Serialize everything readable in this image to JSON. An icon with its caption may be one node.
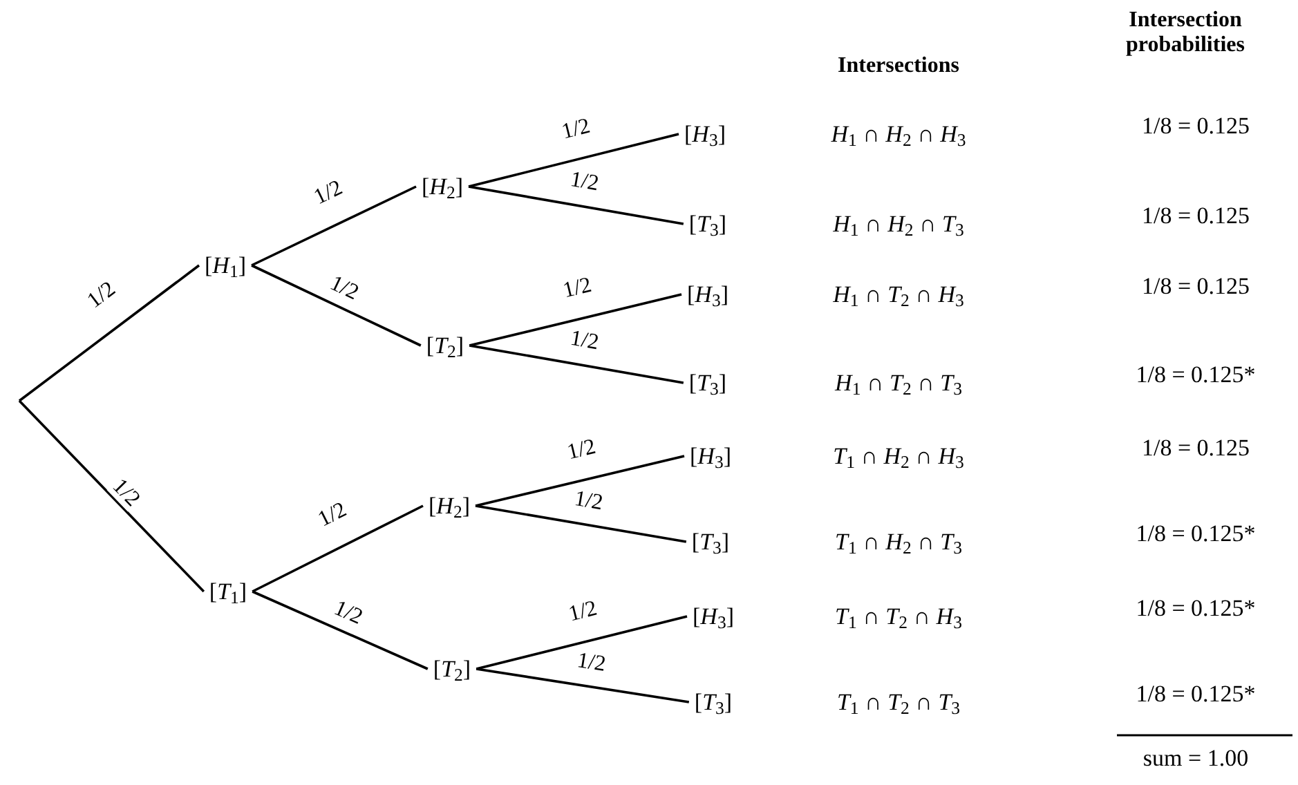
{
  "diagram": {
    "nodes": [
      {
        "text": [
          "[*H*$_{1}$]"
        ]
      },
      {
        "text": [
          "[*T*$_{1}$]"
        ]
      },
      {
        "text": [
          "[*H*$_{2}$]"
        ]
      },
      {
        "text": [
          "[*T*$_{2}$]"
        ]
      },
      {
        "text": [
          "[*H*$_{2}$]"
        ]
      },
      {
        "text": [
          "[*T*$_{2}$]"
        ]
      },
      {
        "text": [
          "[*H*$_{3}$]"
        ]
      },
      {
        "text": [
          "[*T*$_{3}$]"
        ]
      },
      {
        "text": [
          "[*H*$_{3}$]"
        ]
      },
      {
        "text": [
          "[*T*$_{3}$]"
        ]
      },
      {
        "text": [
          "[*H*$_{3}$]"
        ]
      },
      {
        "text": [
          "[*T*$_{3}$]"
        ]
      },
      {
        "text": [
          "[*H*$_{3}$]"
        ]
      },
      {
        "text": [
          "[*T*$_{3}$]"
        ]
      }
    ],
    "edges": [
      {
        "from": null,
        "to": 0,
        "arrow": "none",
        "label": "1/2"
      },
      {
        "from": null,
        "to": 1,
        "arrow": "none",
        "label": "1/2"
      },
      {
        "from": 0,
        "to": 2,
        "arrow": "none",
        "label": "1/2"
      },
      {
        "from": 0,
        "to": 3,
        "arrow": "none",
        "label": "1/2"
      },
      {
        "from": 1,
        "to": 4,
        "arrow": "none",
        "label": "1/2"
      },
      {
        "from": 1,
        "to": 5,
        "arrow": "none",
        "label": "1/2"
      },
      {
        "from": 2,
        "to": 6,
        "arrow": "none",
        "label": "1/2"
      },
      {
        "from": 2,
        "to": 7,
        "arrow": "none",
        "label": "1/2"
      },
      {
        "from": 3,
        "to": 8,
        "arrow": "none",
        "label": "1/2"
      },
      {
        "from": 3,
        "to": 9,
        "arrow": "none",
        "label": "1/2"
      },
      {
        "from": 4,
        "to": 10,
        "arrow": "none",
        "label": "1/2"
      },
      {
        "from": 4,
        "to": 11,
        "arrow": "none",
        "label": "1/2"
      },
      {
        "from": 5,
        "to": 12,
        "arrow": "none",
        "label": "1/2"
      },
      {
        "from": 5,
        "to": 13,
        "arrow": "none",
        "label": "1/2"
      }
    ],
    "labels": [
      "Intersections",
      "Intersection probabilities",
      "*H*$_{1}$ ∩ *H*$_{2}$ ∩ *H*$_{3}$",
      "1/8 = 0.125",
      "*H*$_{1}$ ∩ *H*$_{2}$ ∩ *T*$_{3}$",
      "1/8 = 0.125",
      "*H*$_{1}$ ∩ *T*$_{2}$ ∩ *H*$_{3}$",
      "1/8 = 0.125",
      "*H*$_{1}$ ∩ *T*$_{2}$ ∩ *T*$_{3}$",
      "1/8 = 0.125*",
      "*T*$_{1}$ ∩ *H*$_{2}$ ∩ *H*$_{3}$",
      "1/8 = 0.125",
      "*T*$_{1}$ ∩ *H*$_{2}$ ∩ *T*$_{3}$",
      "1/8 = 0.125*",
      "*T*$_{1}$ ∩ *T*$_{2}$ ∩ *H*$_{3}$",
      "1/8 = 0.125*",
      "*T*$_{1}$ ∩ *T*$_{2}$ ∩ *T*$_{3}$",
      "1/8 = 0.125*",
      "sum = 1.00"
    ]
  }
}
